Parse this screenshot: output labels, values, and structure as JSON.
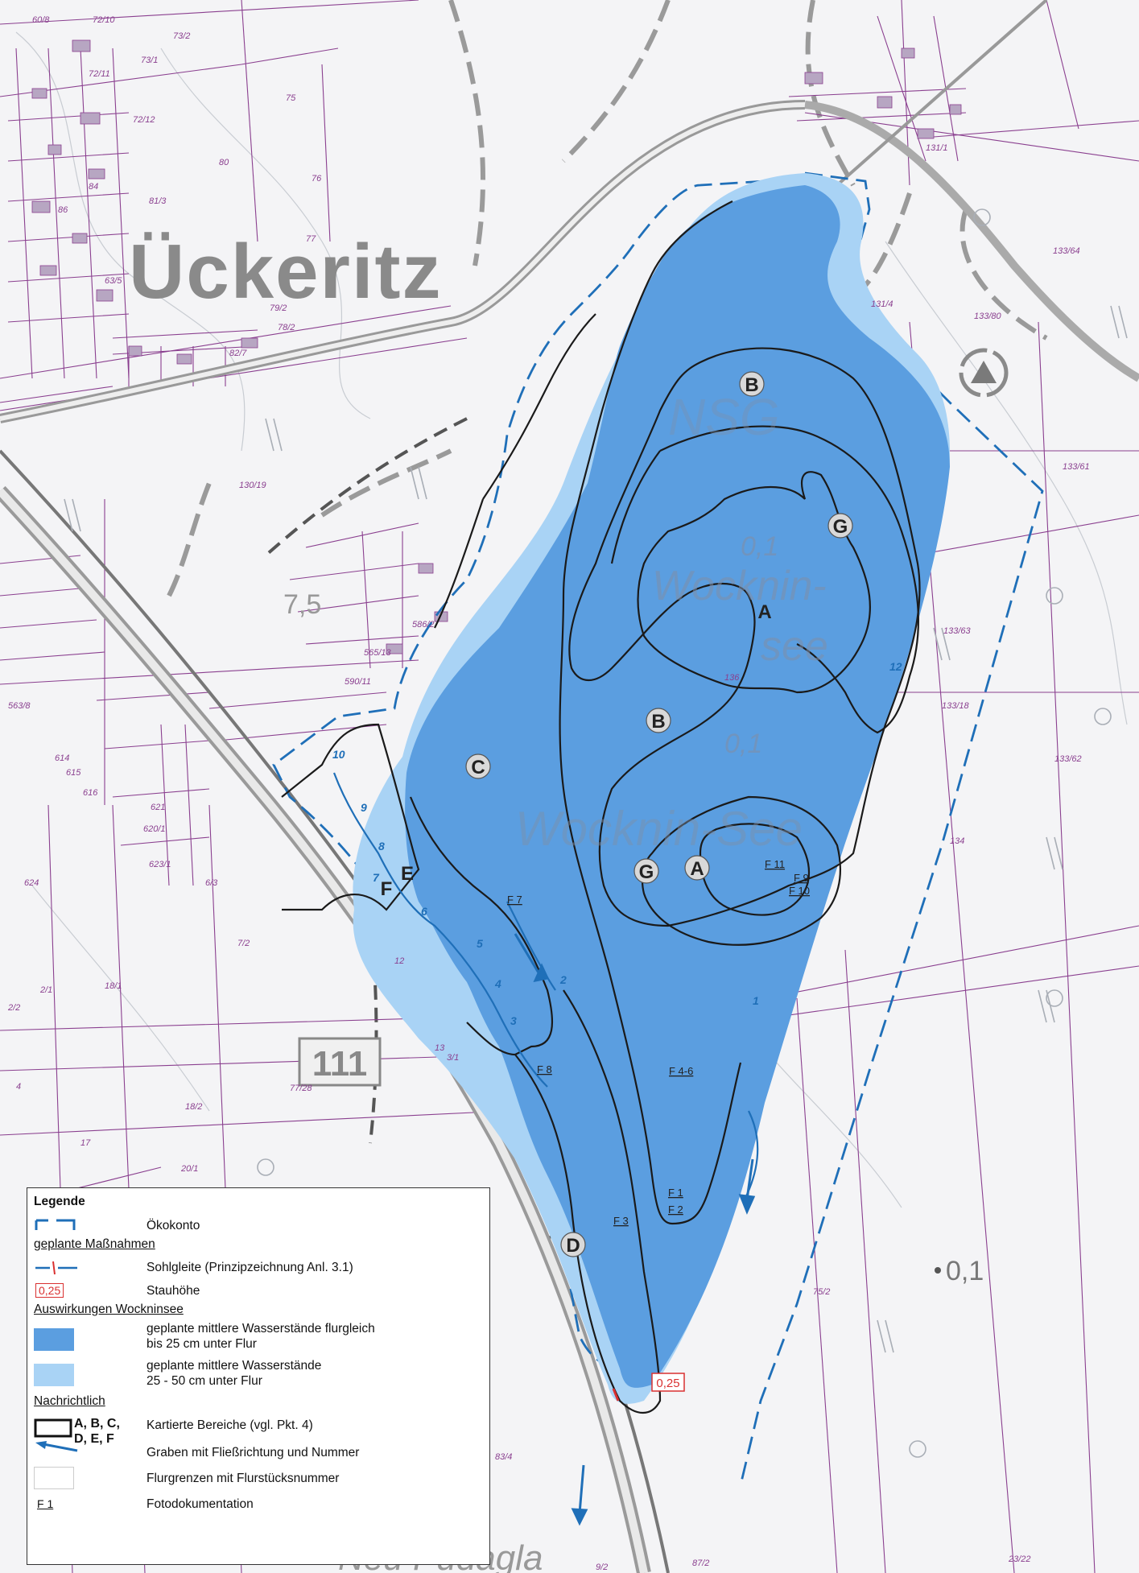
{
  "map": {
    "town_name": "Ückeritz",
    "bottom_place_name": "Neu Pudagla",
    "road_number": "111",
    "lake_name_upper": "Wocknin- see",
    "lake_name_lower": "Wocknin-See",
    "nsg_label": "NSG",
    "contour_label": "7,5",
    "depth_labels": [
      "0,1",
      "0,1",
      "0,1"
    ],
    "stau_value": "0,25",
    "area_labels": [
      "A",
      "A",
      "B",
      "B",
      "C",
      "D",
      "E",
      "F",
      "G",
      "G"
    ],
    "ditch_numbers": [
      "1",
      "2",
      "3",
      "4",
      "5",
      "6",
      "7",
      "8",
      "9",
      "10",
      "12"
    ],
    "photo_labels": [
      "F 1",
      "F 2",
      "F 3",
      "F 4-6",
      "F 7",
      "F 8",
      "F 9",
      "F 10",
      "F 11"
    ],
    "parcel_numbers": [
      "60/8",
      "72/10",
      "73/2",
      "72/11",
      "72/12",
      "73/1",
      "75",
      "80",
      "81/3",
      "84",
      "86",
      "63/5",
      "76",
      "77",
      "79/2",
      "78/2",
      "82/7",
      "130/19",
      "133/64",
      "133/80",
      "133/61",
      "133/63",
      "133/62",
      "133/18",
      "134",
      "131/1",
      "131/4",
      "136",
      "565/13",
      "586/2",
      "590/11",
      "563/8",
      "614",
      "615",
      "616",
      "621",
      "620/1",
      "623/1",
      "624",
      "6/3",
      "7/2",
      "12",
      "13",
      "3/1",
      "2/1",
      "2/2",
      "4",
      "18/1",
      "18/2",
      "20/1",
      "17",
      "77/28",
      "75/2",
      "83/4",
      "9/2",
      "87/2",
      "23/22"
    ]
  },
  "legend": {
    "title": "Legende",
    "oekokonto": "Ökokonto",
    "section_planned": "geplante Maßnahmen",
    "sohlgleite": "Sohlgleite (Prinzipzeichnung Anl. 3.1)",
    "stau_symbol": "0,25",
    "stauhoehe": "Stauhöhe",
    "section_effects": "Auswirkungen Wockninsee",
    "dark_line1": "geplante mittlere Wasserstände flurgleich",
    "dark_line2": "bis 25 cm unter Flur",
    "light_line1": "geplante mittlere Wasserstände",
    "light_line2": "25 - 50 cm unter Flur",
    "section_info": "Nachrichtlich",
    "areas_symbol_line1": "A, B, C,",
    "areas_symbol_line2": "D, E, F",
    "areas_label": "Kartierte Bereiche (vgl. Pkt. 4)",
    "ditch_label": "Graben mit Fließrichtung und Nummer",
    "parcel_label": "Flurgrenzen mit Flurstücksnummer",
    "photo_symbol": "F 1",
    "photo_label": "Fotodokumentation"
  },
  "colors": {
    "lake_dark": "#5b9ee0",
    "lake_light": "#a9d3f5",
    "parcel_lines": "#8a3f8f",
    "ditch_blue": "#1f6fb8",
    "stau_red": "#d93030"
  }
}
